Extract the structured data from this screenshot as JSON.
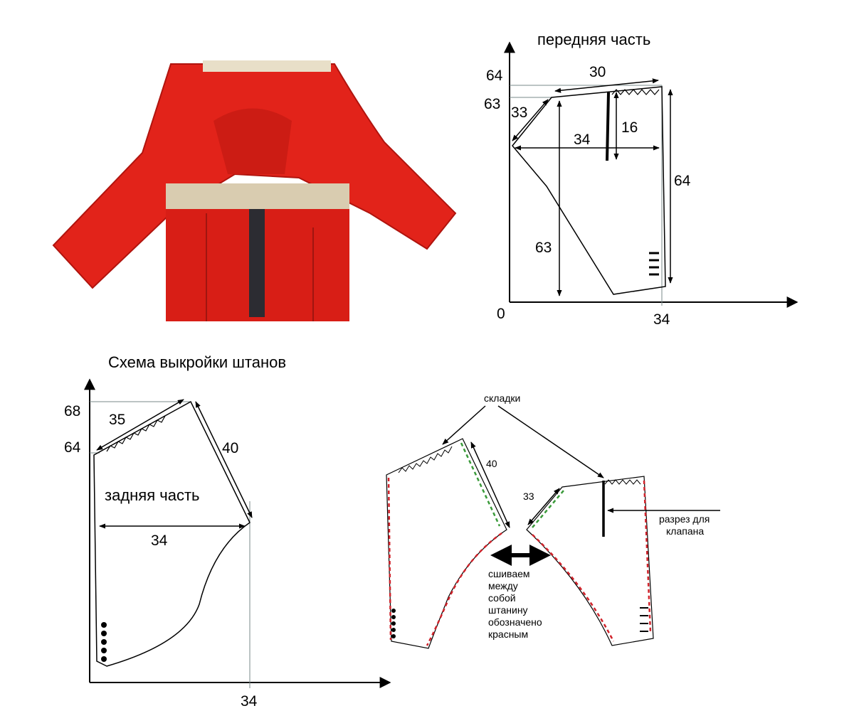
{
  "front": {
    "title": "передняя часть",
    "axis_origin": "0",
    "axis_x_mark": "34",
    "left_label_top": "64",
    "left_label_upper": "63",
    "dim_waist": "30",
    "dim_slant": "33",
    "dim_fly": "16",
    "dim_width": "34",
    "dim_inner": "63",
    "dim_side": "64"
  },
  "back": {
    "scheme_title": "Схема выкройки штанов",
    "title": "задняя часть",
    "left_label_top": "68",
    "left_label_lower": "64",
    "dim_waist": "35",
    "dim_seat": "40",
    "dim_width": "34",
    "axis_x_mark": "34"
  },
  "assembly": {
    "pleats_label": "складки",
    "dim_back": "40",
    "dim_front": "33",
    "slit_label": [
      "разрез для",
      "клапана"
    ],
    "sew_label": [
      "сшиваем",
      "между",
      "собой",
      "штанину",
      "обозначено",
      "красным"
    ]
  },
  "colors": {
    "fabric_red": "#e2231a",
    "stitch_red": "#d0222a",
    "stitch_green": "#3a9a3a",
    "guide_gray": "#7a8a8a"
  }
}
